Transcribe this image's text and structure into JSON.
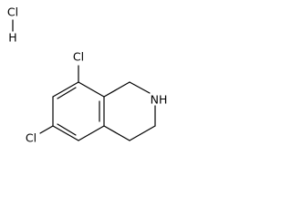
{
  "molecule": {
    "hcl": {
      "cl": "Cl",
      "h": "H"
    },
    "substituents": {
      "cl_8": "Cl",
      "cl_6": "Cl"
    },
    "ring_amine": "NH"
  },
  "colors": {
    "bond": "#000000",
    "label": "#000000",
    "background": "#ffffff"
  }
}
